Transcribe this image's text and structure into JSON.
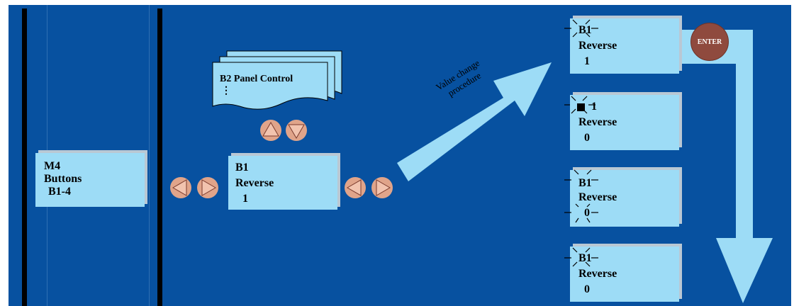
{
  "menu": {
    "line1": "M4",
    "line2": "Buttons",
    "line3": "B1-4"
  },
  "stack": {
    "title": "B2 Panel Control",
    "more": "⋮"
  },
  "current": {
    "line1": "B1",
    "line2": "Reverse",
    "line3": "1"
  },
  "procedure": {
    "line1": "Value change",
    "line2": "procedure"
  },
  "steps": [
    {
      "line1": "B1",
      "line2": "Reverse",
      "line3": "1",
      "blink": "line1"
    },
    {
      "line1": "1",
      "line2": "Reverse",
      "line3": "0",
      "blink": "cursor"
    },
    {
      "line1": "B1",
      "line2": "Reverse",
      "line3": "0",
      "blink": "line3"
    },
    {
      "line1": "B1",
      "line2": "Reverse",
      "line3": "0",
      "blink": "line1"
    }
  ],
  "enter_button": {
    "label": "ENTER"
  },
  "icons": {
    "left": "left-arrow-icon",
    "right": "right-arrow-icon",
    "up": "up-arrow-icon",
    "down": "down-arrow-icon"
  },
  "colors": {
    "background": "#0751a0",
    "box": "#9ddcf6",
    "button": "#e0a48a",
    "button_triangle": "#f2c3ae",
    "enter": "#8f4a3e",
    "flow_arrow": "#9ddcf6"
  }
}
